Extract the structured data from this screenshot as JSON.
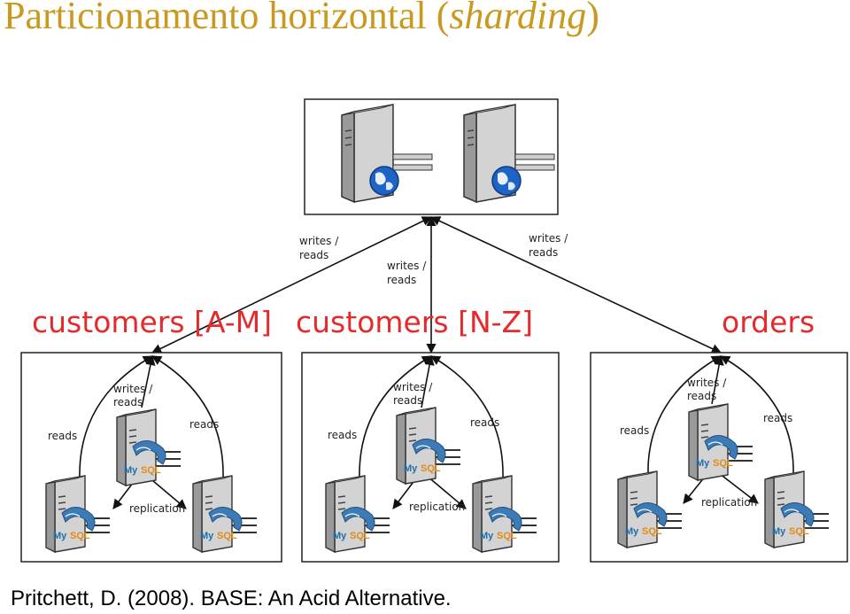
{
  "title": {
    "main": "Particionamento horizontal (",
    "emph": "sharding",
    "close": ")"
  },
  "citation": "Pritchett, D. (2008). BASE: An Acid Alternative.",
  "labels": {
    "writes_reads_line1": "writes /",
    "writes_reads_line2": "reads",
    "reads": "reads",
    "replication": "replication",
    "logo_my": "My",
    "logo_sql": "SQL"
  },
  "groups": [
    {
      "name": "customers [A-M]"
    },
    {
      "name": "customers [N-Z]"
    },
    {
      "name": "orders"
    }
  ],
  "colors": {
    "title": "#c99a1f",
    "group_label": "#e8292b",
    "logo_blue": "#1f6fa8",
    "logo_orange": "#e38a14",
    "globe": "#1e63c8"
  },
  "icons": {
    "app_server": "server-with-globe-icon",
    "db_server": "mysql-server-icon"
  }
}
